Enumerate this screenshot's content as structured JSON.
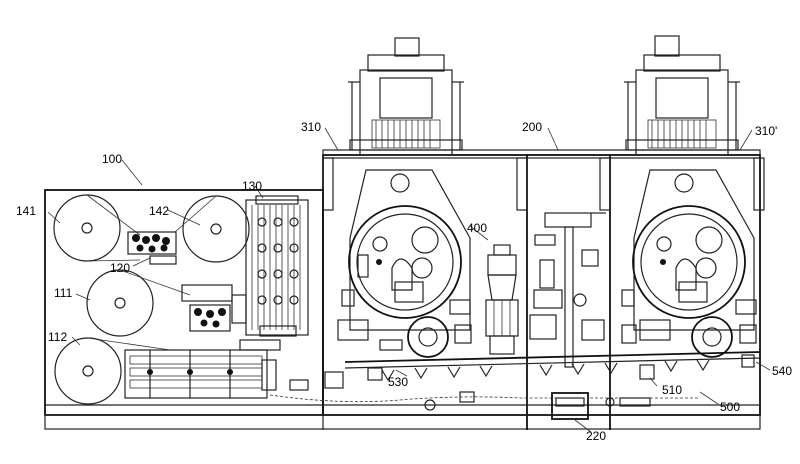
{
  "labels": {
    "l100": "100",
    "l141": "141",
    "l142": "142",
    "l130": "130",
    "l120": "120",
    "l111": "111",
    "l112": "112",
    "l310": "310",
    "l200": "200",
    "l310p": "310'",
    "l400": "400",
    "l530": "530",
    "l510": "510",
    "l540": "540",
    "l500": "500",
    "l220": "220"
  }
}
